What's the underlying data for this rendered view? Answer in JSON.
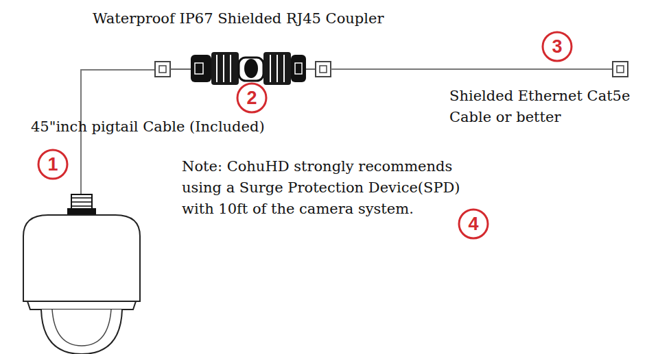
{
  "diagram": {
    "labels": [
      "Waterproof IP67 Shielded RJ45 Coupler",
      "3",
      "2",
      "Shielded Ethernet Cat5e Cable or better",
      "45\"inch pigtail Cable (Included)",
      "1",
      "Note: CohuHD strongly recommends using a Surge Protection Device(SPD) with 10ft of the camera system.",
      "4"
    ]
  }
}
